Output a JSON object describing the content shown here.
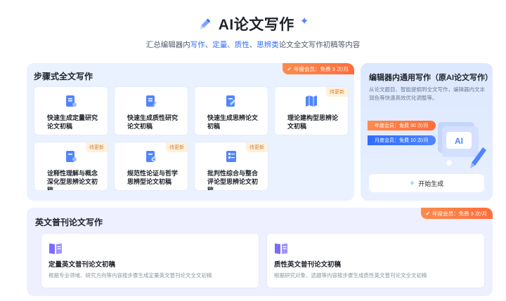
{
  "header": {
    "title": "AI论文写作",
    "subtitle_prefix": "汇总编辑器内",
    "subtitle_hl1": "写作",
    "subtitle_sep1": "、",
    "subtitle_hl2": "定量",
    "subtitle_sep2": "、",
    "subtitle_hl3": "质性",
    "subtitle_sep3": "、",
    "subtitle_hl4": "思辨类",
    "subtitle_suffix": "论文全文写作初稿等内容"
  },
  "steps_panel": {
    "title": "步骤式全文写作",
    "vip_badge": "年度会员：免费 3 次/月",
    "cards": [
      {
        "label": "快速生成定量研究论文初稿",
        "pending": ""
      },
      {
        "label": "快速生成质性研究论文初稿",
        "pending": ""
      },
      {
        "label": "快速生成思辨论文初稿",
        "pending": ""
      },
      {
        "label": "理论建构型思辨论文初稿",
        "pending": "待更新"
      },
      {
        "label": "诠释性理解与概念深化型思辨论文初稿",
        "pending": "待更新"
      },
      {
        "label": "规范性论证与哲学思辨型论文初稿",
        "pending": "待更新"
      },
      {
        "label": "批判性综合与整合评论型思辨论文初稿",
        "pending": "待更新"
      }
    ]
  },
  "editor_panel": {
    "title": "编辑器内通用写作（原AI论文写作）",
    "description": "从论文题目、智能提纲到全文写作，编辑器内文本润色等快速高效优化调整等。",
    "annual_tag": "年度会员：免费 30 次/月",
    "monthly_tag": "月度会员：免费 10 次/月",
    "illus_text": "AI",
    "start_button": "开始生成"
  },
  "english_panel": {
    "title": "英文普刊论文写作",
    "vip_badge": "年度会员：免费 3 次/月",
    "cards": [
      {
        "title": "定量英文普刊论文初稿",
        "desc": "根据专业领域、研究方向等内容按步骤生成定量英文普刊论文全文初稿"
      },
      {
        "title": "质性英文普刊论文初稿",
        "desc": "根据研究对象、选题等内容按步骤生成质性英文普刊论文全文初稿"
      }
    ]
  },
  "colors": {
    "accent": "#2f6bff",
    "orange": "#ff7a45",
    "pending": "#d9822b"
  }
}
